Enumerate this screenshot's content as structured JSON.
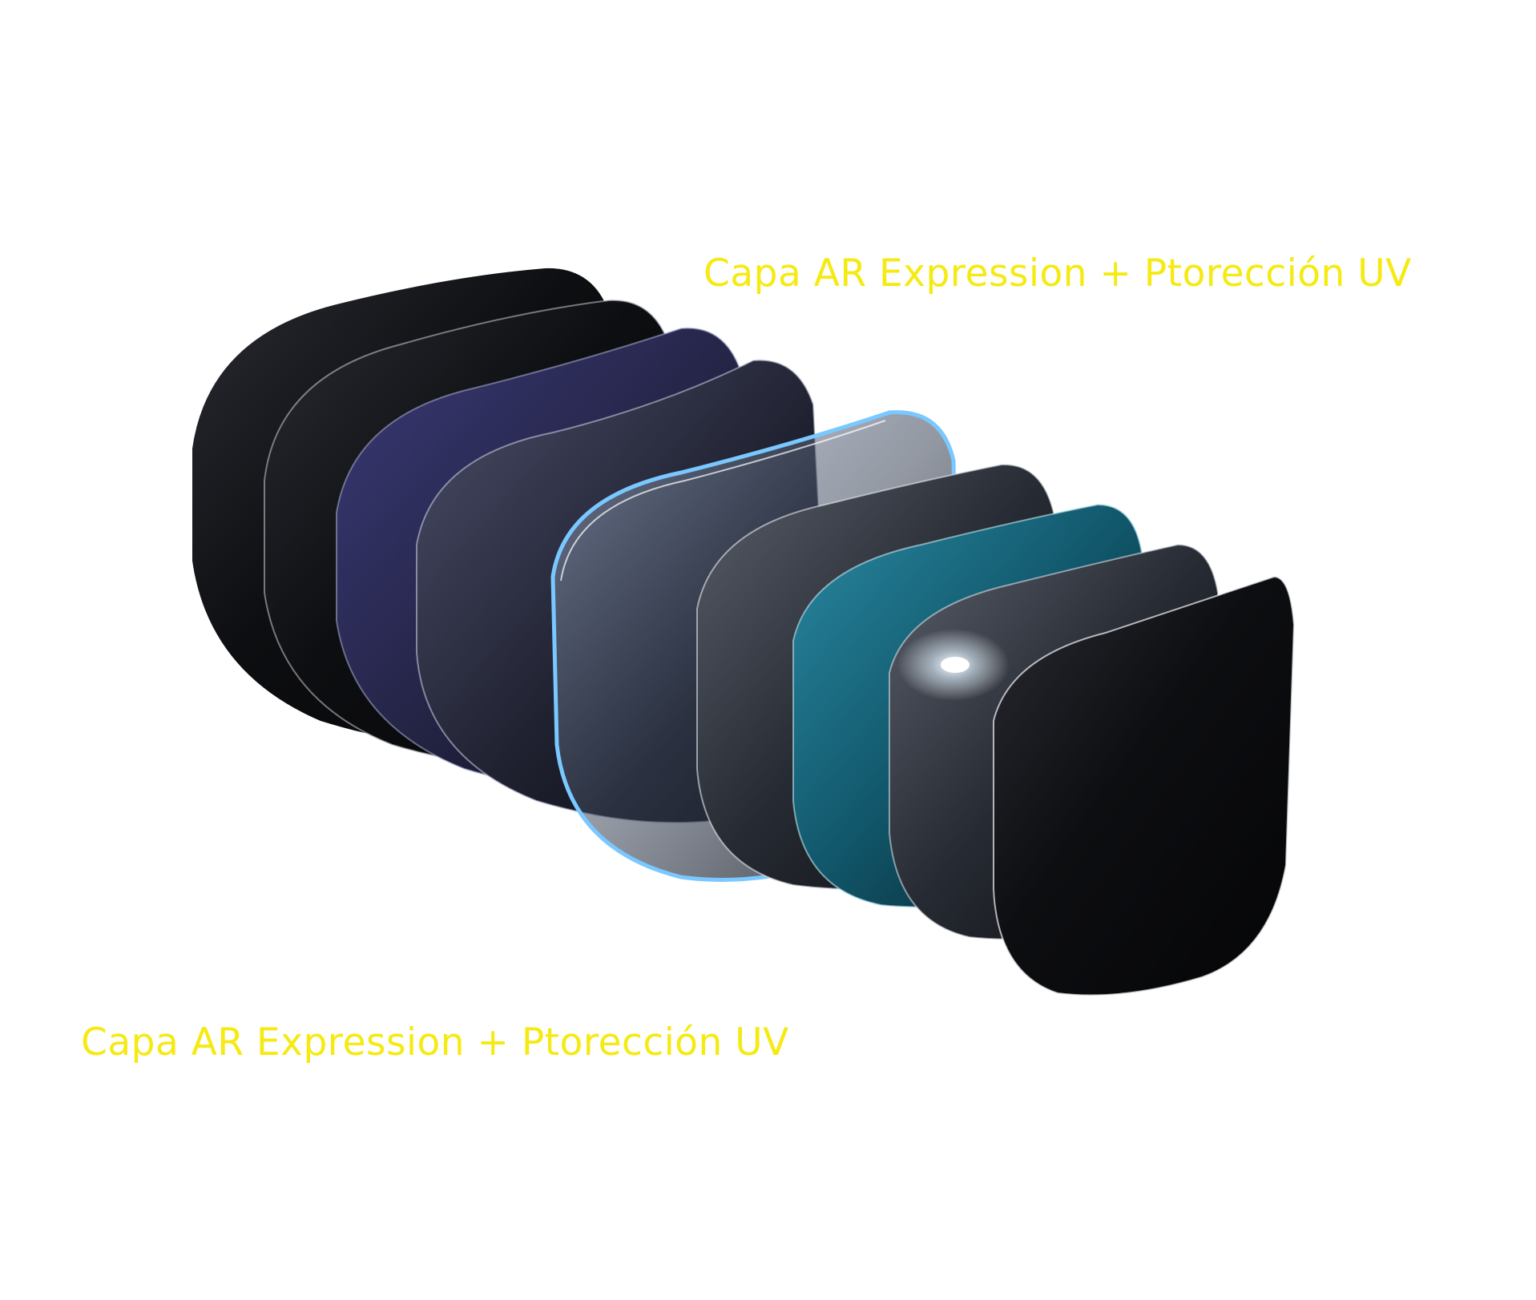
{
  "colors": {
    "caption": "#f5ea12",
    "background": "#ffffff",
    "highlight_rim": "#79c8ff"
  },
  "image": {
    "icon": "exploded-lens-layers-illustration",
    "layer_tints": [
      "#0a0a0d",
      "#1a1c24",
      "#2b2955",
      "#2a2d40",
      "#8fa6c4",
      "#2f3542",
      "#14171d",
      "#0f5a6e",
      "#20242b",
      "#2c3038"
    ]
  },
  "captions": {
    "top": "Capa AR Expression + Ptorección UV",
    "bottom": "Capa AR Expression + Ptorección UV"
  }
}
